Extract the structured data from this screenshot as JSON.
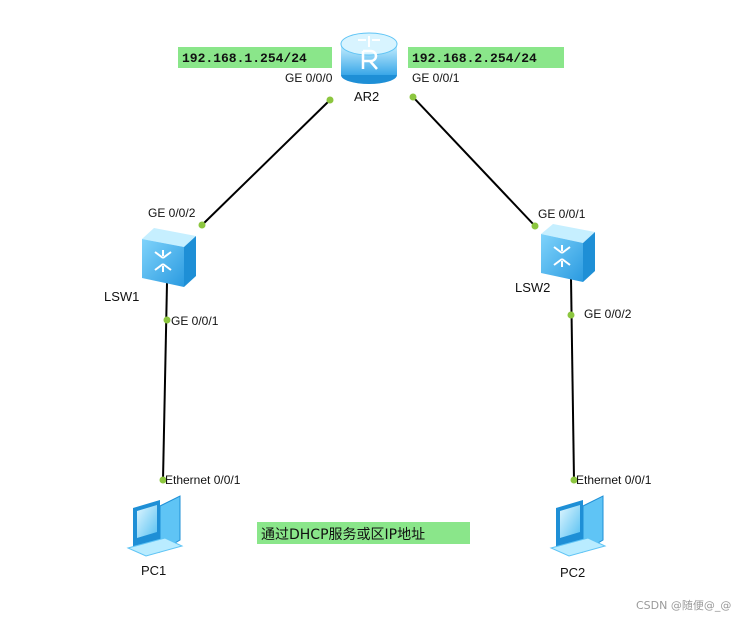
{
  "colors": {
    "link": "#000000",
    "port_dot": "#8cc63f",
    "label_bg": "#8ae68a",
    "device_light": "#b9ecff",
    "device_mid": "#5fc4f5",
    "device_dark": "#1e8fd6"
  },
  "devices": {
    "router": {
      "name": "AR2",
      "icon": "router-icon"
    },
    "switch1": {
      "name": "LSW1",
      "icon": "switch-icon"
    },
    "switch2": {
      "name": "LSW2",
      "icon": "switch-icon"
    },
    "pc1": {
      "name": "PC1",
      "icon": "pc-icon"
    },
    "pc2": {
      "name": "PC2",
      "icon": "pc-icon"
    }
  },
  "ip_labels": {
    "left": "192.168.1.254/24",
    "right": "192.168.2.254/24"
  },
  "ports": {
    "ar2_left": "GE 0/0/0",
    "ar2_right": "GE 0/0/1",
    "lsw1_up": "GE 0/0/2",
    "lsw1_down": "GE 0/0/1",
    "lsw2_up": "GE 0/0/1",
    "lsw2_down": "GE 0/0/2",
    "pc1_port": "Ethernet 0/0/1",
    "pc2_port": "Ethernet 0/0/1"
  },
  "note": "通过DHCP服务或区IP地址",
  "watermark": "CSDN @随便@_@"
}
